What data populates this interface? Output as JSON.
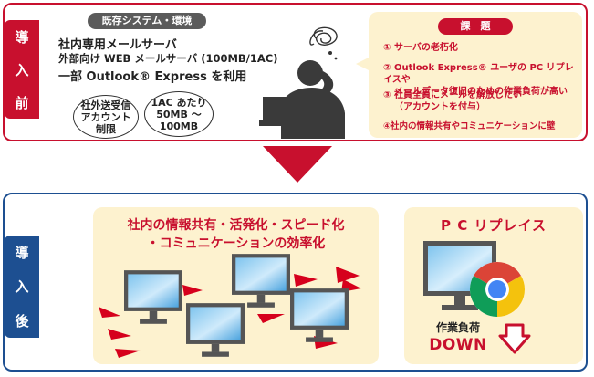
{
  "before": {
    "side_label": [
      "導",
      "入",
      "前"
    ],
    "system_title": "既存システム・環境",
    "system_lines": [
      "社内専用メールサーバ",
      "外部向け WEB メールサーバ (100MB/1AC)",
      "一部 Outlook® Express を利用"
    ],
    "ovals": [
      [
        "社外送受信",
        "アカウント",
        "制限"
      ],
      [
        "1AC あたり",
        "50MB ～",
        "100MB"
      ]
    ],
    "issues_title": "課　題",
    "issues": [
      [
        "① サーバの老朽化"
      ],
      [
        "② Outlook Express® ユーザの PC リプレイスや",
        "メールデータ復旧のための作業負荷が高い"
      ],
      [
        "③ 社員全員にメールを解放したい",
        "（アカウントを付与）"
      ],
      [
        "④社内の情報共有やコミュニケーションに壁"
      ]
    ]
  },
  "after": {
    "side_label": [
      "導",
      "入",
      "後"
    ],
    "benefit_lines": [
      "社内の情報共有・活発化・スピード化",
      "・コミュニケーションの効率化"
    ],
    "pc_title": "P C リプレイス",
    "load_label": "作業負荷",
    "load_down": "DOWN"
  },
  "colors": {
    "red": "#c8102e",
    "blue": "#1d4f91",
    "cream": "#fdf2cf",
    "dark": "#3a3a3a"
  }
}
